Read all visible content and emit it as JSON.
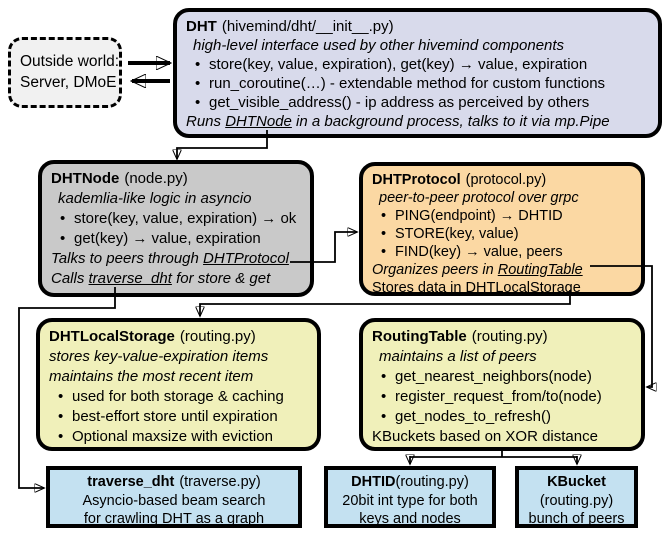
{
  "colors": {
    "dht_box": "#d8daeb",
    "dhtnode_box": "#c9c9c9",
    "dhtprotocol_box": "#fbd8a3",
    "storage_boxes": "#f0f0ba",
    "bottom_boxes": "#c4e1f1",
    "outside_box": "#f1f1f1",
    "border": "#000000"
  },
  "glyphs": {
    "bullet": "•"
  },
  "boxes": {
    "outside": {
      "line1": "Outside world:",
      "line2": "Server, DMoE"
    },
    "dht": {
      "title": "DHT",
      "file": "(hivemind/dht/__init__.py)",
      "subtitle": "high-level interface used by other hivemind components",
      "bullets": [
        "store(key, value, expiration), get(key) → value, expiration",
        "run_coroutine(…) - extendable method for custom functions",
        "get_visible_address() - ip address as perceived by others"
      ],
      "footer_pre": "Runs ",
      "footer_link": "DHTNode",
      "footer_post": " in a background process, talks to it via mp.Pipe"
    },
    "dhtnode": {
      "title": "DHTNode",
      "file": "(node.py)",
      "subtitle": "kademlia-like logic in asyncio",
      "bullets": [
        "store(key, value, expiration) → ok",
        "get(key) → value, expiration"
      ],
      "note1_pre": "Talks to peers through ",
      "note1_link": "DHTProtocol",
      "note2_pre": "Calls ",
      "note2_link": "traverse_dht",
      "note2_post": " for store & get"
    },
    "dhtprotocol": {
      "title": "DHTProtocol",
      "file": "(protocol.py)",
      "subtitle": "peer-to-peer protocol over grpc",
      "bullets": [
        "PING(endpoint) → DHTID",
        "STORE(key, value)",
        "FIND(key) → value, peers"
      ],
      "note1_pre": "Organizes peers in ",
      "note1_link": "RoutingTable",
      "note2_pre": "Stores data in DHT",
      "note2_link": "LocalStorage"
    },
    "localstorage": {
      "title": "DHTLocalStorage",
      "file": "(routing.py)",
      "subtitle1": "stores key-value-expiration items",
      "subtitle2": "maintains the most recent item",
      "bullets": [
        "used for both storage & caching",
        "best-effort store until expiration",
        "Optional maxsize with eviction"
      ]
    },
    "routingtable": {
      "title": "RoutingTable",
      "file": "(routing.py)",
      "subtitle": "maintains a list of peers",
      "bullets": [
        "get_nearest_neighbors(node)",
        "register_request_from/to(node)",
        "get_nodes_to_refresh()"
      ],
      "footer": "KBuckets based on XOR distance"
    },
    "traverse": {
      "title": "traverse_dht",
      "file": "(traverse.py)",
      "line1": "Asyncio-based beam search",
      "line2": "for crawling DHT as a graph"
    },
    "dhtid": {
      "title": "DHTID",
      "file": "(routing.py)",
      "line1": "20bit int type for both",
      "line2": "keys and nodes"
    },
    "kbucket": {
      "title": "KBucket",
      "file": "(routing.py)",
      "line1": "bunch of peers"
    }
  }
}
